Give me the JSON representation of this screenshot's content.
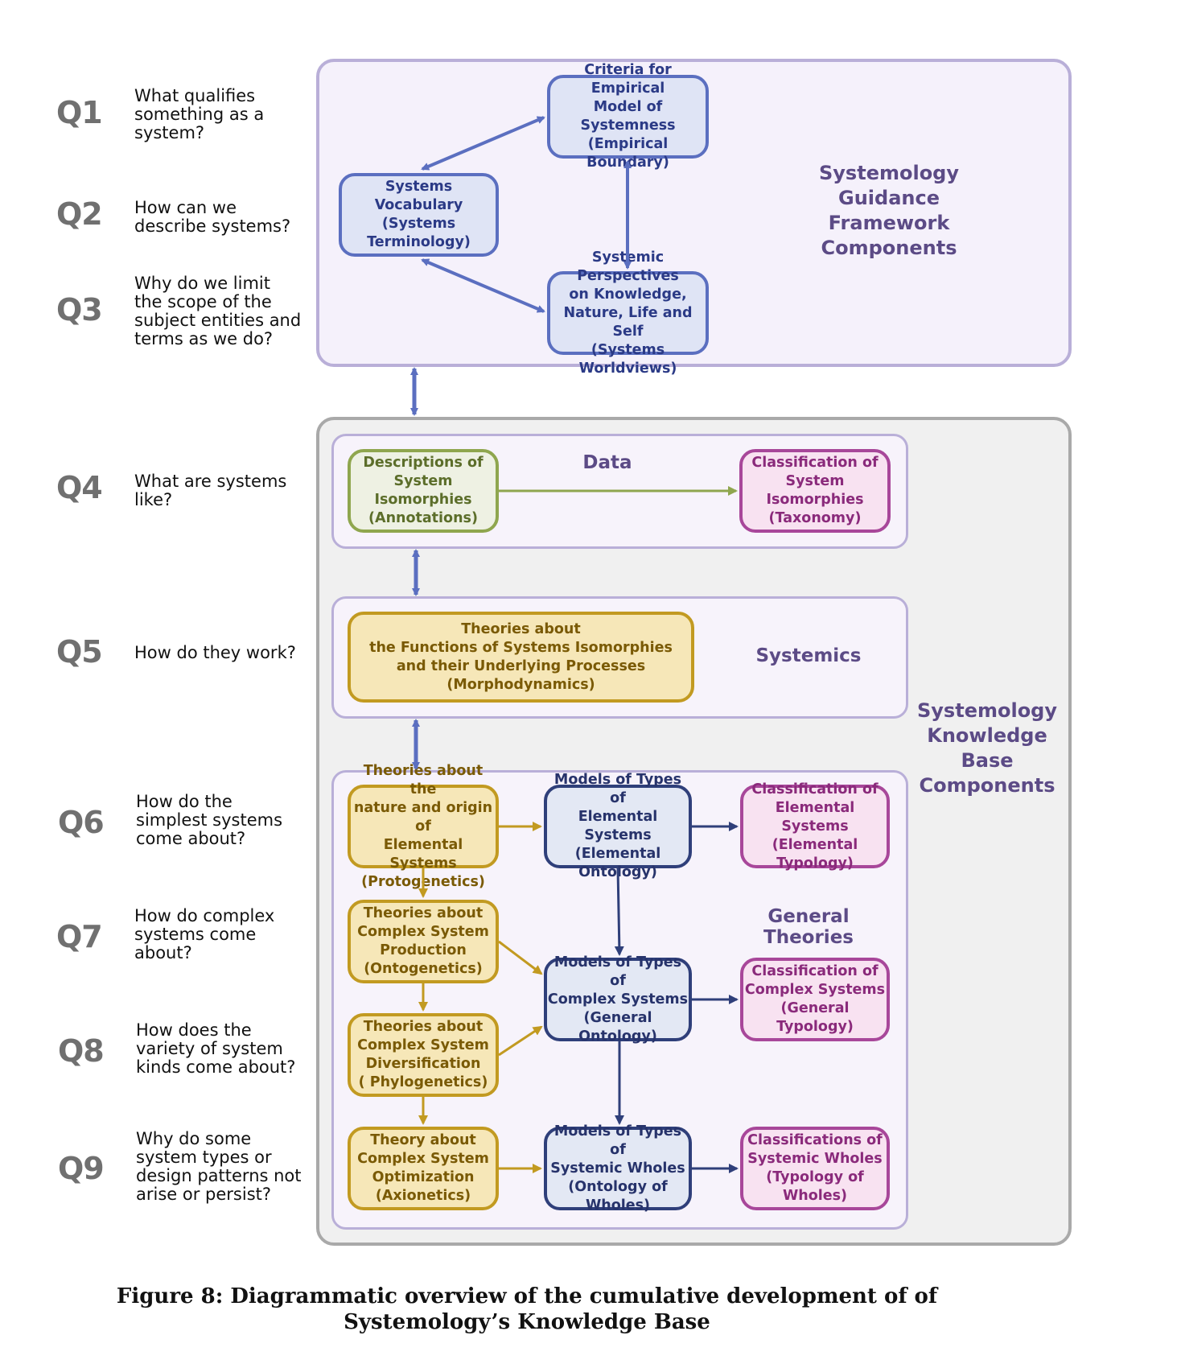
{
  "questions": [
    {
      "label": "Q1",
      "text": "What qualifies\nsomething as a\nsystem?"
    },
    {
      "label": "Q2",
      "text": "How can we\ndescribe systems?"
    },
    {
      "label": "Q3",
      "text": "Why do we limit\nthe scope of the\nsubject entities and\nterms as we do?"
    },
    {
      "label": "Q4",
      "text": "What are systems\nlike?"
    },
    {
      "label": "Q5",
      "text": "How do they work?"
    },
    {
      "label": "Q6",
      "text": "How do the\nsimplest systems\ncome about?"
    },
    {
      "label": "Q7",
      "text": "How do complex\nsystems come\nabout?"
    },
    {
      "label": "Q8",
      "text": "How does the\nvariety of system\nkinds come about?"
    },
    {
      "label": "Q9",
      "text": "Why do some\nsystem types or\ndesign patterns not\narise or persist?"
    }
  ],
  "guidance": {
    "heading": "Systemology\nGuidance\nFramework\nComponents",
    "criteria": "Criteria for Empirical\nModel of\nSystemness\n(Empirical Boundary)",
    "vocabulary": "Systems\nVocabulary\n(Systems Terminology)",
    "perspectives": "Systemic Perspectives\non Knowledge,\nNature, Life and Self\n(Systems Worldviews)"
  },
  "knowledge_base": {
    "heading": "Systemology\nKnowledge\nBase\nComponents",
    "data": {
      "heading": "Data",
      "descriptions": "Descriptions of\nSystem Isomorphies\n(Annotations)",
      "classification": "Classification of\nSystem Isomorphies\n(Taxonomy)"
    },
    "systemics": {
      "heading": "Systemics",
      "theories": "Theories about\nthe Functions of Systems Isomorphies\nand their Underlying Processes\n(Morphodynamics)"
    },
    "general": {
      "heading": "General Theories",
      "protogenetics": "Theories about the\nnature and origin of\nElemental Systems\n(Protogenetics)",
      "ontogenetics": "Theories about\nComplex System\nProduction\n(Ontogenetics)",
      "phylogenetics": "Theories about\nComplex System\nDiversification\n( Phylogenetics)",
      "axionetics": "Theory about\nComplex System\nOptimization\n(Axionetics)",
      "elemental_models": "Models of Types of\nElemental Systems\n(Elemental Ontology)",
      "complex_models": "Models of Types of\nComplex Systems\n(General Ontology)",
      "wholes_models": "Models of Types of\nSystemic Wholes\n(Ontology of Wholes)",
      "elemental_class": "Classification of\nElemental Systems\n(Elemental Typology)",
      "complex_class": "Classification of\nComplex Systems\n(General Typology)",
      "wholes_class": "Classifications of\nSystemic Wholes\n(Typology of Wholes)"
    }
  },
  "caption": "Figure 8: Diagrammatic overview of the cumulative development of of\nSystemology’s Knowledge Base",
  "colors": {
    "purple_panel": "#f5f1fb",
    "purple_border": "#b9afd8",
    "gray_panel": "#f0f0f0",
    "gray_border": "#a9a9a9",
    "arrow_blue": "#5b6fc0",
    "arrow_green": "#8fa64e",
    "arrow_gold": "#c29a21",
    "arrow_navy": "#2f3f7a"
  }
}
